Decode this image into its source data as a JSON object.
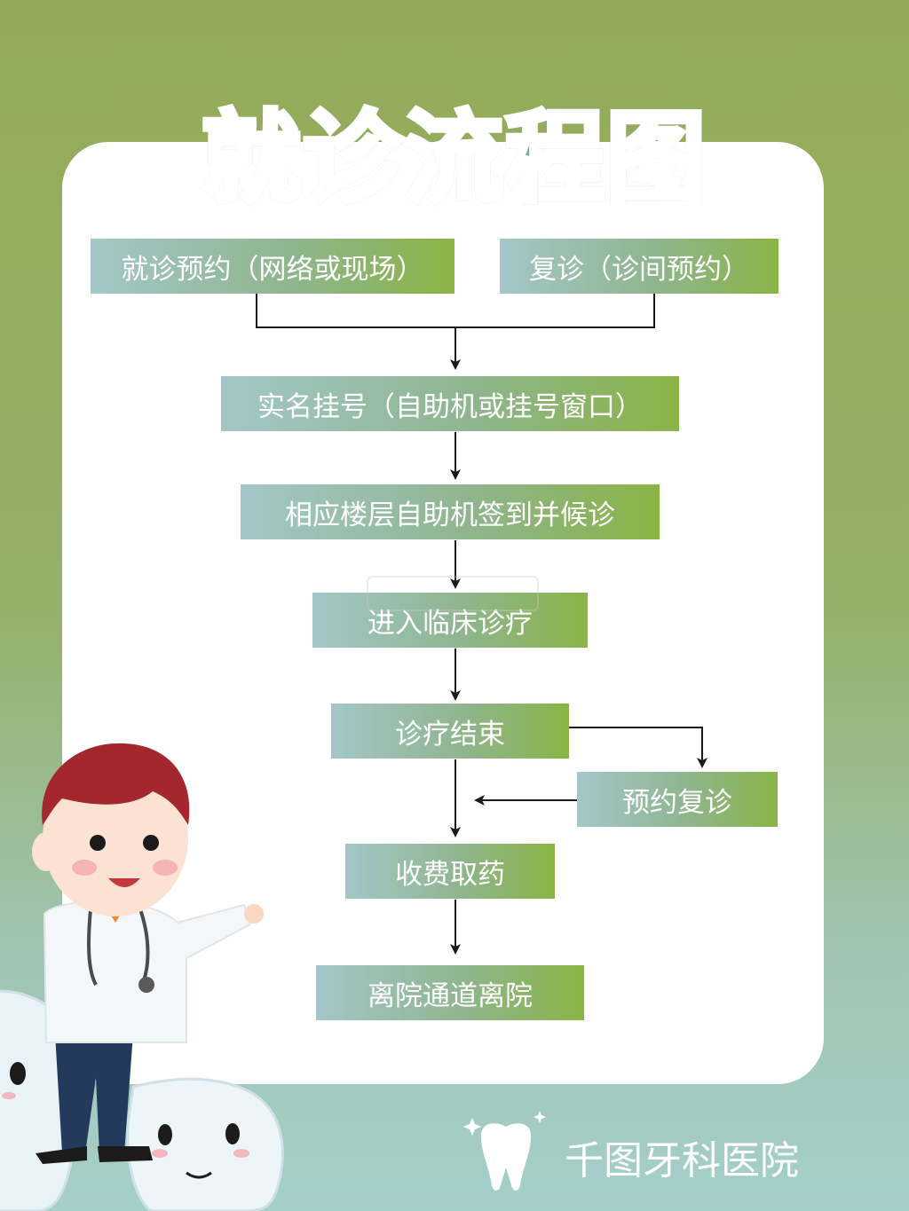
{
  "title": "就诊流程图",
  "steps": {
    "appointment": "就诊预约（网络或现场）",
    "revisit": "复诊（诊间预约）",
    "register": "实名挂号（自助机或挂号窗口）",
    "checkin": "相应楼层自助机签到并候诊",
    "treatment": "进入临床诊疗",
    "end": "诊疗结束",
    "book_revisit": "预约复诊",
    "pay": "收费取药",
    "leave": "离院通道离院"
  },
  "brand": {
    "name": "千图牙科医院",
    "icon": "tooth-icon"
  },
  "colors": {
    "bg_top": "#93ab58",
    "bg_bottom": "#a5cfcb",
    "node_left": "#a3c7c8",
    "node_right": "#8ab445",
    "arrow": "#1a1a1a"
  }
}
